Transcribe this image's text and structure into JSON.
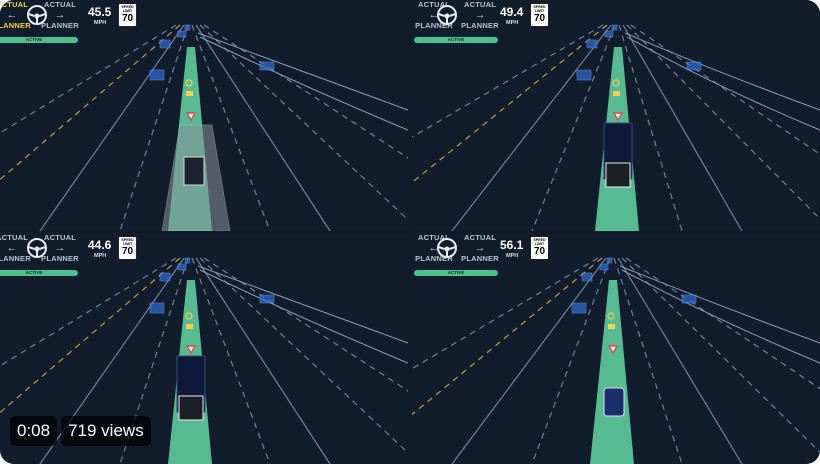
{
  "video": {
    "time": "0:08",
    "views": "719 views"
  },
  "panels": [
    {
      "id": "top-left",
      "left_label_top": "ACTUAL",
      "left_label_bottom": "PLANNER",
      "right_label_top": "ACTUAL",
      "right_label_bottom": "PLANNER",
      "highlight": "left",
      "speed": "45.5",
      "unit": "MPH",
      "sign_text": "SPEED LIMIT",
      "speed_limit": "70",
      "status": "ACTIVE"
    },
    {
      "id": "top-right",
      "left_label_top": "ACTUAL",
      "left_label_bottom": "PLANNER",
      "right_label_top": "ACTUAL",
      "right_label_bottom": "PLANNER",
      "highlight": "none",
      "speed": "49.4",
      "unit": "MPH",
      "sign_text": "SPEED LIMIT",
      "speed_limit": "70",
      "status": "ACTIVE"
    },
    {
      "id": "bottom-left",
      "left_label_top": "ACTUAL",
      "left_label_bottom": "PLANNER",
      "right_label_top": "ACTUAL",
      "right_label_bottom": "PLANNER",
      "highlight": "none",
      "speed": "44.6",
      "unit": "MPH",
      "sign_text": "SPEED LIMIT",
      "speed_limit": "70",
      "status": "ACTIVE"
    },
    {
      "id": "bottom-right",
      "left_label_top": "ACTUAL",
      "left_label_bottom": "PLANNER",
      "right_label_top": "ACTUAL",
      "right_label_bottom": "PLANNER",
      "highlight": "none",
      "speed": "56.1",
      "unit": "MPH",
      "sign_text": "SPEED LIMIT",
      "speed_limit": "70",
      "status": "ACTIVE"
    }
  ],
  "colors": {
    "background": "#111c2c",
    "lane_lines": "#7f94b0",
    "road_edge_yellow": "#d9b64a",
    "planned_path": "#63d6a6",
    "vehicle_boxes": "#2f6fd6",
    "status_active": "#4cc18d",
    "highlight_label": "#f3d24a"
  },
  "icons": [
    "steering-wheel-icon",
    "arrow-left-icon",
    "arrow-right-icon",
    "yield-triangle-icon",
    "truck-icon"
  ]
}
